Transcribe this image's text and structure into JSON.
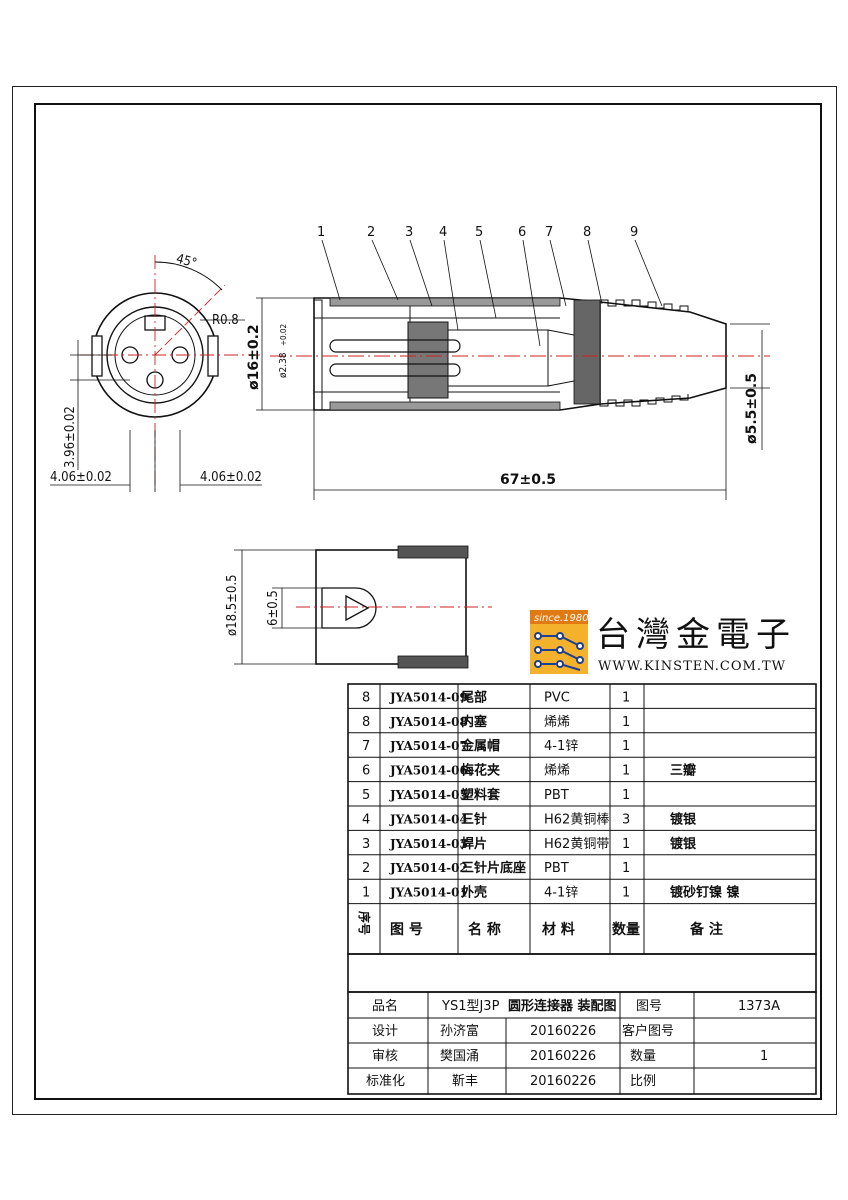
{
  "drawing": {
    "angle": "45°",
    "radius": "R0.8",
    "dim_left_vertical": "3.96±0.02",
    "dim_left_a": "4.06±0.02",
    "dim_left_b": "4.06±0.02",
    "dim_diameter": "ø16±0.2",
    "dim_pin": "ø2.38",
    "dim_pin_tol": "+0.02",
    "dim_length": "67±0.5",
    "dim_cable": "ø5.5±0.5",
    "dim_side_diameter": "ø18.5±0.5",
    "dim_side_width": "6±0.5",
    "callouts": [
      "1",
      "2",
      "3",
      "4",
      "5",
      "6",
      "7",
      "8",
      "9"
    ]
  },
  "logo": {
    "badge": "since.1980",
    "name": "台灣金電子",
    "url": "WWW.KINSTEN.COM.TW",
    "color": "#1e3f8f",
    "accent": "#e07a12"
  },
  "bom": {
    "rows": [
      {
        "seq": "8",
        "code": "JYA5014-09",
        "name": "尾部",
        "material": "PVC",
        "qty": "1",
        "note": ""
      },
      {
        "seq": "8",
        "code": "JYA5014-08",
        "name": "内塞",
        "material": "烯烯",
        "qty": "1",
        "note": ""
      },
      {
        "seq": "7",
        "code": "JYA5014-07",
        "name": "金属帽",
        "material": "4-1锌",
        "qty": "1",
        "note": ""
      },
      {
        "seq": "6",
        "code": "JYA5014-06",
        "name": "梅花夹",
        "material": "烯烯",
        "qty": "1",
        "note": "三瓣"
      },
      {
        "seq": "5",
        "code": "JYA5014-05",
        "name": "塑料套",
        "material": "PBT",
        "qty": "1",
        "note": ""
      },
      {
        "seq": "4",
        "code": "JYA5014-04",
        "name": "三针",
        "material": "H62黄铜棒",
        "qty": "3",
        "note": "镀银"
      },
      {
        "seq": "3",
        "code": "JYA5014-03",
        "name": "焊片",
        "material": "H62黄铜带",
        "qty": "1",
        "note": "镀银"
      },
      {
        "seq": "2",
        "code": "JYA5014-02",
        "name": "三针片底座",
        "material": "PBT",
        "qty": "1",
        "note": ""
      },
      {
        "seq": "1",
        "code": "JYA5014-01",
        "name": "外壳",
        "material": "4-1锌",
        "qty": "1",
        "note": "镀砂钉镍 镍"
      }
    ],
    "header": {
      "seq": "序号",
      "code": "图 号",
      "name": "名 称",
      "material": "材 料",
      "qty": "数量",
      "note": "备 注"
    }
  },
  "title_block": {
    "r1": {
      "label": "品名",
      "product": "YS1型J3P",
      "desc": "圆形连接器 装配图",
      "drawing_no_label": "图号",
      "drawing_no": "1373A"
    },
    "r2": {
      "label": "设计",
      "person": "孙济富",
      "date": "20160226",
      "label2": "客户图号",
      "value2": ""
    },
    "r3": {
      "label": "审核",
      "person": "樊国涌",
      "date": "20160226",
      "label2": "数量",
      "value2": "1"
    },
    "r4": {
      "label": "标准化",
      "person": "靳丰",
      "date": "20160226",
      "label2": "比例",
      "value2": ""
    }
  }
}
